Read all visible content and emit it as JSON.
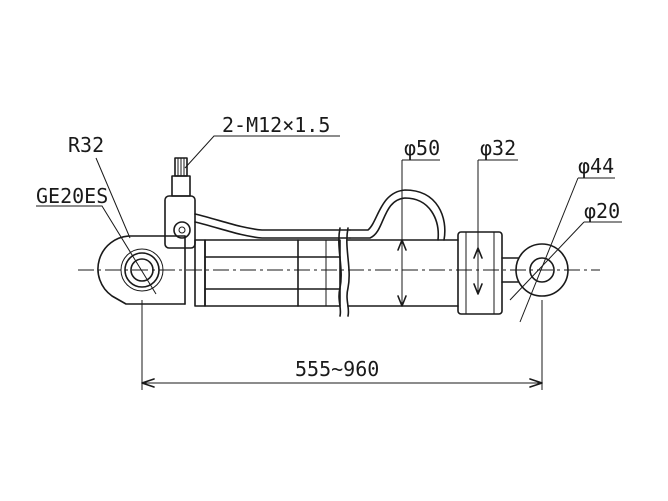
{
  "labels": {
    "thread": "2-M12×1.5",
    "radius": "R32",
    "bearing": "GE20ES",
    "bore_dia": "φ50",
    "rod_dia": "φ32",
    "eye_outer_dia": "φ44",
    "eye_pin_dia": "φ20",
    "stroke_length": "555~960"
  }
}
